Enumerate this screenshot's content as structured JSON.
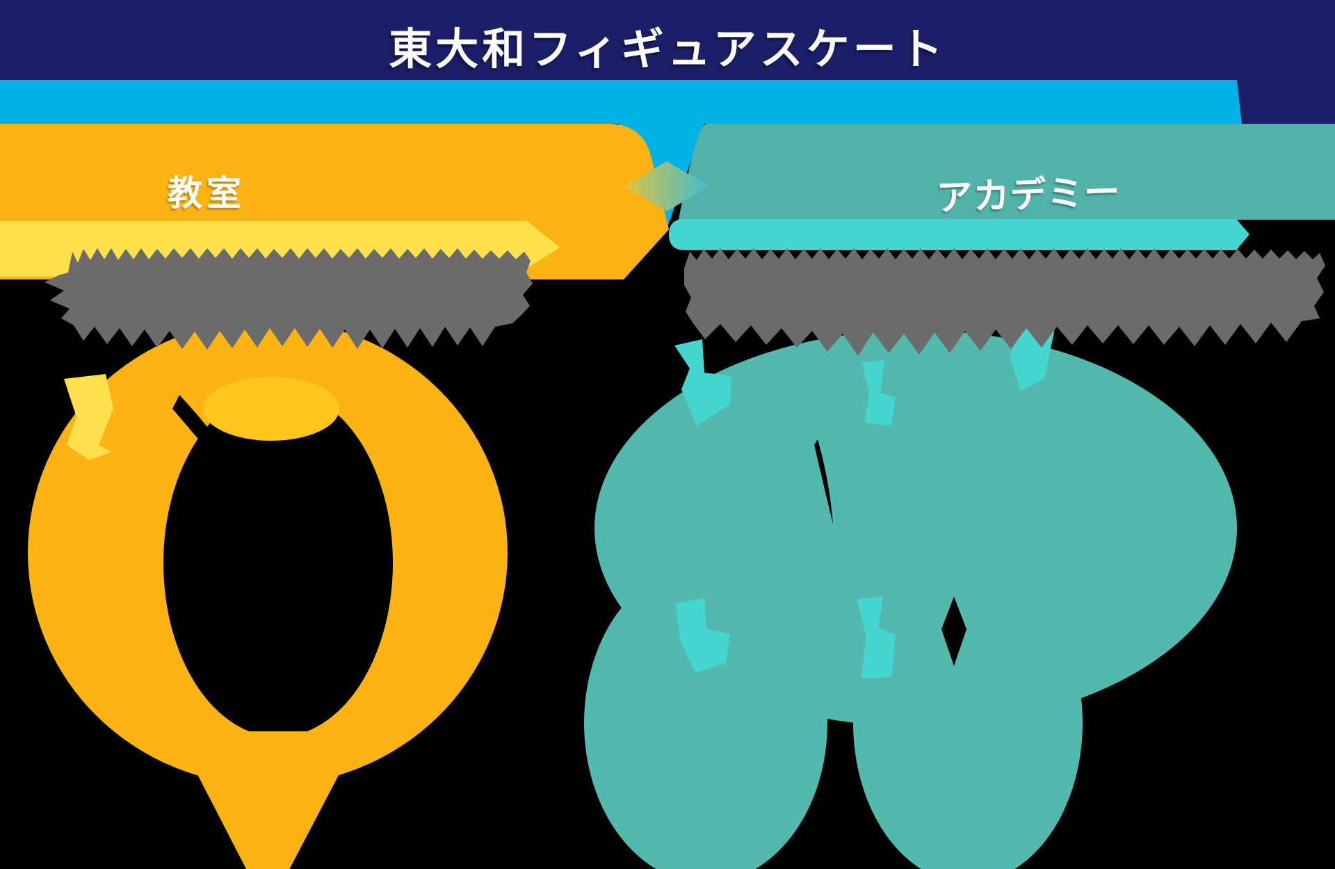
{
  "header": {
    "title": "東大和フィギュアスケート",
    "navy_color": "#1b1f68",
    "ribbon_color": "#00b2e3"
  },
  "columns": {
    "left": {
      "label": "教室",
      "banner_color": "#fcb414",
      "substrip_color": "#ffe14e",
      "accent_color": "#ffdf4d",
      "diagram_color": "#fcb414"
    },
    "right": {
      "label": "アカデミー",
      "banner_color": "#52b2a9",
      "substrip_color": "#45d6d0",
      "accent_color": "#45d6d0",
      "diagram_color": "#53b8ae"
    }
  },
  "decor": {
    "text_blob_color": "#6b6b6b",
    "background_color": "#000000",
    "blend_gradient": [
      "#e0c43c",
      "#40bcd2"
    ]
  }
}
